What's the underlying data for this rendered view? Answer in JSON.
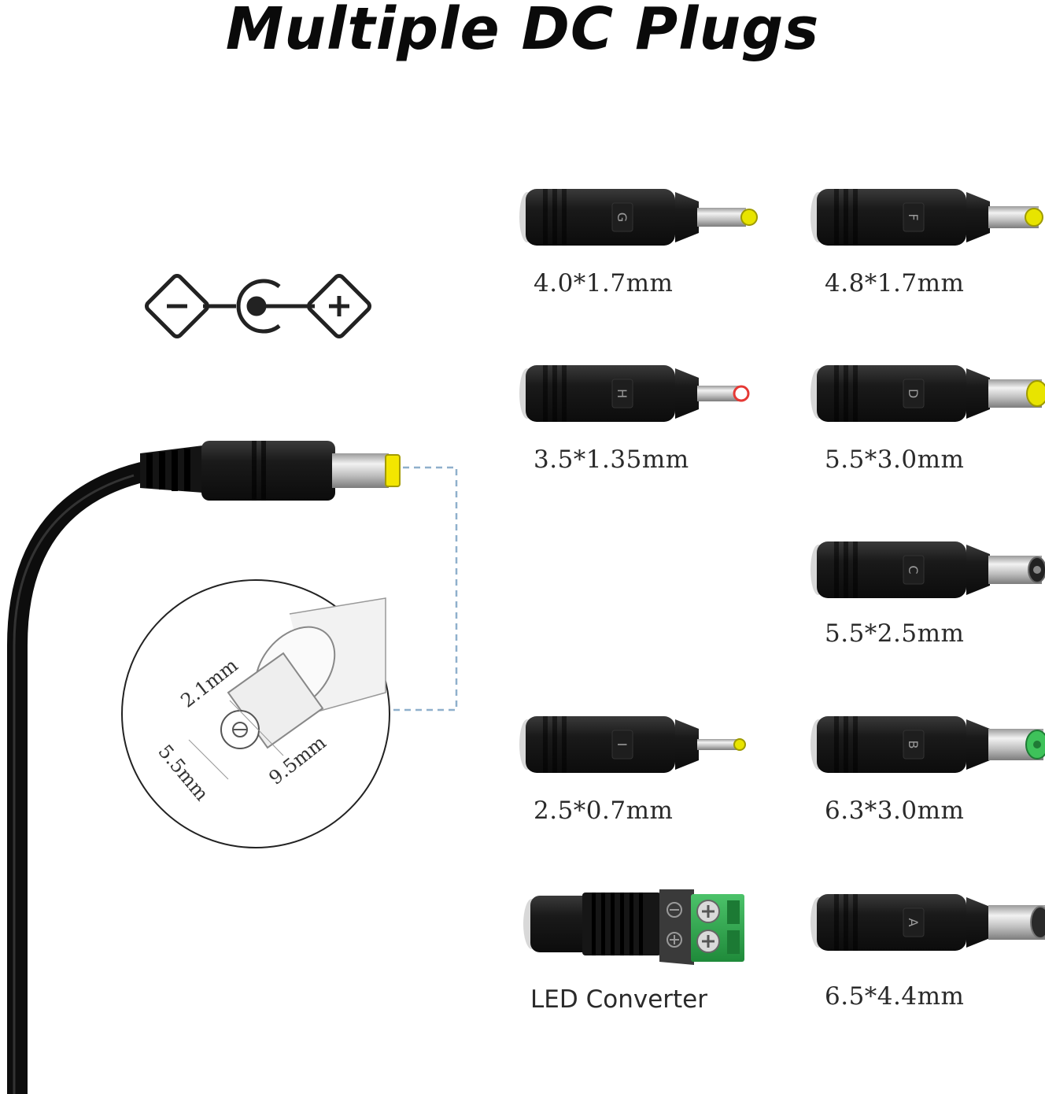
{
  "title": "Multiple DC Plugs",
  "detail": {
    "tip_diameter": "2.1mm",
    "outer_diameter": "5.5mm",
    "length": "9.5mm"
  },
  "plugs": [
    {
      "letter": "G",
      "size": "4.0*1.7mm",
      "tip_color": "#e8e400"
    },
    {
      "letter": "F",
      "size": "4.8*1.7mm",
      "tip_color": "#e8e400"
    },
    {
      "letter": "H",
      "size": "3.5*1.35mm",
      "tip_color": "#e53935"
    },
    {
      "letter": "D",
      "size": "5.5*3.0mm",
      "tip_color": "#e8e400"
    },
    {
      "letter": "C",
      "size": "5.5*2.5mm",
      "tip_color": "#222222"
    },
    {
      "letter": "I",
      "size": "2.5*0.7mm",
      "tip_color": "#e8e400"
    },
    {
      "letter": "B",
      "size": "6.3*3.0mm",
      "tip_color": "#3ec25a"
    },
    {
      "letter": "A",
      "size": "6.5*4.4mm",
      "tip_color": "#222222"
    }
  ],
  "led_converter": {
    "label": "LED Converter",
    "terminal_color": "#2fa84f"
  }
}
